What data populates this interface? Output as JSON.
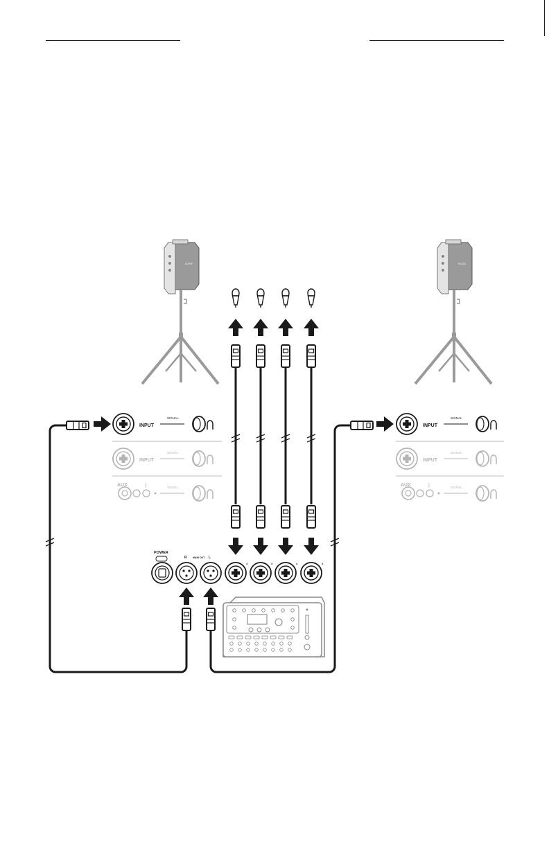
{
  "panel": {
    "input_label": "INPUT",
    "signal_label": "SIGNAL",
    "aux_label": "AUX"
  },
  "mixer": {
    "power_label": "POWER",
    "main_out_label": "MAIN OUT",
    "r_label": "R",
    "l_label": "L",
    "channel_numbers": [
      "4",
      "3",
      "2",
      "1"
    ]
  },
  "icons": {
    "speaker": "speaker-icon",
    "microphone": "microphone-icon",
    "bluetooth": "bluetooth-icon",
    "arrow": "arrow-icon",
    "xlr_connector": "xlr-connector-icon"
  },
  "colors": {
    "line": "#1a1a1a",
    "faded": "#b5b5b5",
    "speaker_body": "#9a9a9a"
  }
}
